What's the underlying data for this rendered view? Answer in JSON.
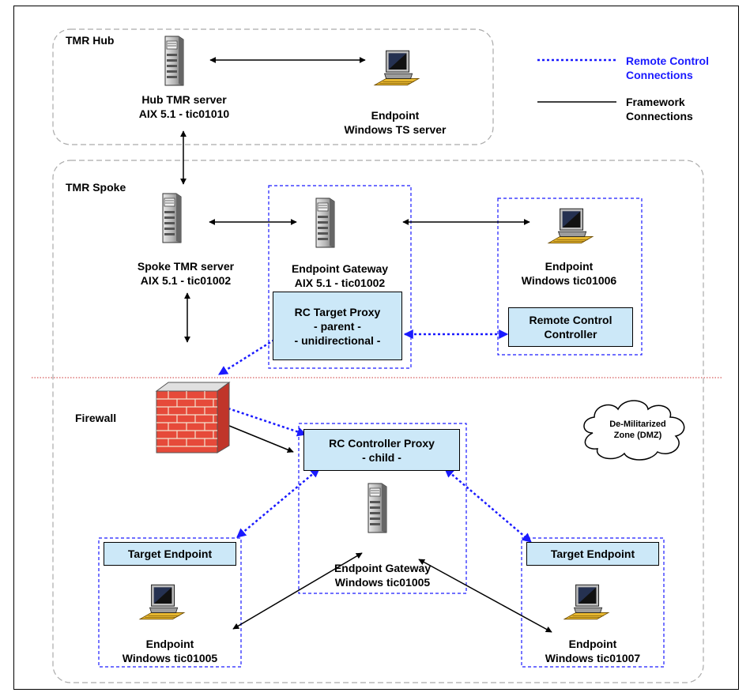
{
  "zones": {
    "hub": "TMR Hub",
    "spoke": "TMR Spoke",
    "dmz": [
      "De-Militarized",
      "Zone (DMZ)"
    ]
  },
  "legend": {
    "remote_control": [
      "Remote Control",
      "Connections"
    ],
    "framework": [
      "Framework",
      "Connections"
    ]
  },
  "nodes": {
    "hub_server": [
      "Hub TMR server",
      "AIX 5.1 - tic01010"
    ],
    "hub_endpoint": [
      "Endpoint",
      "Windows TS server"
    ],
    "spoke_server": [
      "Spoke TMR server",
      "AIX 5.1 - tic01002"
    ],
    "spoke_gateway": [
      "Endpoint Gateway",
      "AIX 5.1 - tic01002"
    ],
    "spoke_endpoint": [
      "Endpoint",
      "Windows tic01006"
    ],
    "firewall": "Firewall",
    "dmz_gateway": [
      "Endpoint Gateway",
      "Windows  tic01005"
    ],
    "dmz_endpoint_left": [
      "Endpoint",
      "Windows tic01005"
    ],
    "dmz_endpoint_right": [
      "Endpoint",
      "Windows tic01007"
    ]
  },
  "proxies": {
    "target_proxy": [
      "RC Target Proxy",
      "- parent -",
      "- unidirectional -"
    ],
    "rc_controller": [
      "Remote Control",
      "Controller"
    ],
    "controller_proxy": [
      "RC Controller Proxy",
      "- child -"
    ],
    "target_left": "Target Endpoint",
    "target_right": "Target Endpoint"
  },
  "colors": {
    "remote_control_line": "#1a1aff",
    "framework_line": "#000000",
    "proxy_fill": "#cce8f8",
    "zone_border": "#aaaaaa",
    "boundary_line": "#cc3333"
  }
}
